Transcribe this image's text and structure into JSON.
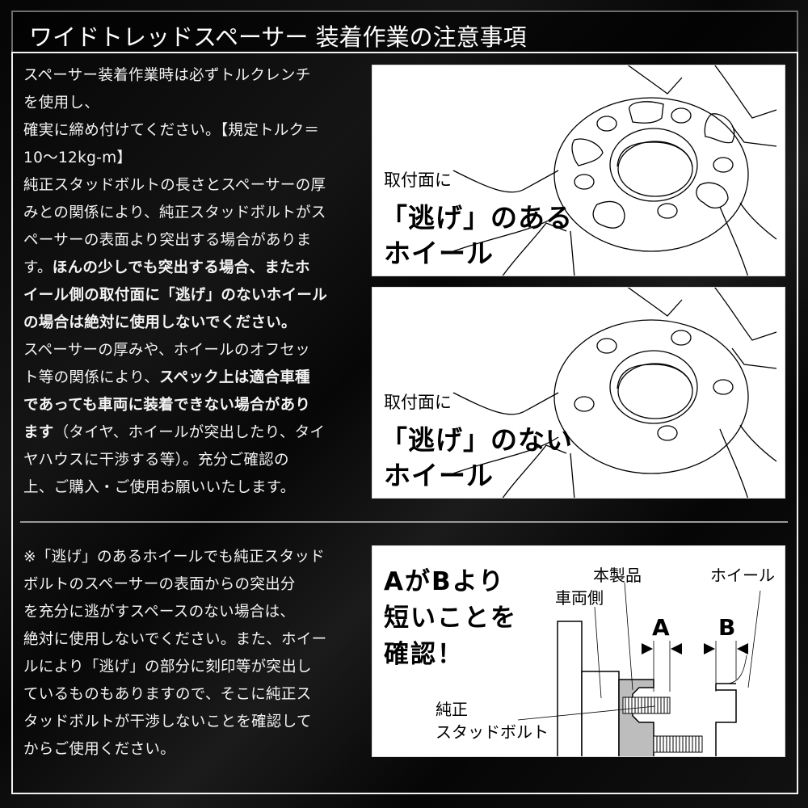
{
  "header": {
    "title": "ワイドトレッドスペーサー 装着作業の注意事項"
  },
  "section1": {
    "lines": [
      [
        {
          "t": "スペーサー装着作業時は必ずトルクレンチ",
          "b": false
        }
      ],
      [
        {
          "t": "を使用し、",
          "b": false
        }
      ],
      [
        {
          "t": "確実に締め付けてください。【規定トルク＝",
          "b": false
        }
      ],
      [
        {
          "t": "10〜12kg-m】",
          "b": false
        }
      ],
      [
        {
          "t": "純正スタッドボルトの長さとスペーサーの厚",
          "b": false
        }
      ],
      [
        {
          "t": "みとの関係により、純正スタッドボルトがス",
          "b": false
        }
      ],
      [
        {
          "t": "ペーサーの表面より突出する場合がありま",
          "b": false
        }
      ],
      [
        {
          "t": "す。",
          "b": false
        },
        {
          "t": "ほんの少しでも突出する場合、またホ",
          "b": true
        }
      ],
      [
        {
          "t": "イール側の取付面に「逃げ」のないホイール",
          "b": true
        }
      ],
      [
        {
          "t": "の場合は絶対に使用しないでください。",
          "b": true
        }
      ],
      [
        {
          "t": "スペーサーの厚みや、ホイールのオフセッ",
          "b": false
        }
      ],
      [
        {
          "t": "ト等の関係により、",
          "b": false
        },
        {
          "t": "スペック上は適合車種",
          "b": true
        }
      ],
      [
        {
          "t": "であっても車両に装着できない場合があり",
          "b": true
        }
      ],
      [
        {
          "t": "ます",
          "b": true
        },
        {
          "t": "（タイヤ、ホイールが突出したり、タイ",
          "b": false
        }
      ],
      [
        {
          "t": "ヤハウスに干渉する等）。充分ご確認の",
          "b": false
        }
      ],
      [
        {
          "t": "上、ご購入・ご使用お願いいたします。",
          "b": false
        }
      ]
    ]
  },
  "panel_with_relief": {
    "small_label": "取付面に",
    "big_label_1": "「逃げ」のある",
    "big_label_2": "ホイール"
  },
  "panel_without_relief": {
    "small_label": "取付面に",
    "big_label_1": "「逃げ」のない",
    "big_label_2": "ホイール"
  },
  "section2": {
    "lines": [
      "※「逃げ」のあるホイールでも純正スタッド",
      "ボルトのスペーサーの表面からの突出分",
      "を充分に逃がすスペースのない場合は、",
      "絶対に使用しないでください。また、ホイー",
      "ルにより「逃げ」の部分に刻印等が突出し",
      "ているものもありますので、そこに純正ス",
      "タッドボルトが干渉しないことを確認して",
      "からご使用ください。"
    ]
  },
  "diagram": {
    "headline": [
      "AがBより",
      "短いことを",
      "確認！"
    ],
    "label_product": "本製品",
    "label_vehicle_side": "車両側",
    "label_wheel": "ホイール",
    "label_stud_1": "純正",
    "label_stud_2": "スタッドボルト",
    "letter_a": "A",
    "letter_b": "B"
  },
  "colors": {
    "background": "#0a0a0a",
    "frame": "#f2f2f2",
    "divider": "#9a9a9a",
    "panel": "#ffffff",
    "spacer_fill": "#bdbdbd"
  }
}
